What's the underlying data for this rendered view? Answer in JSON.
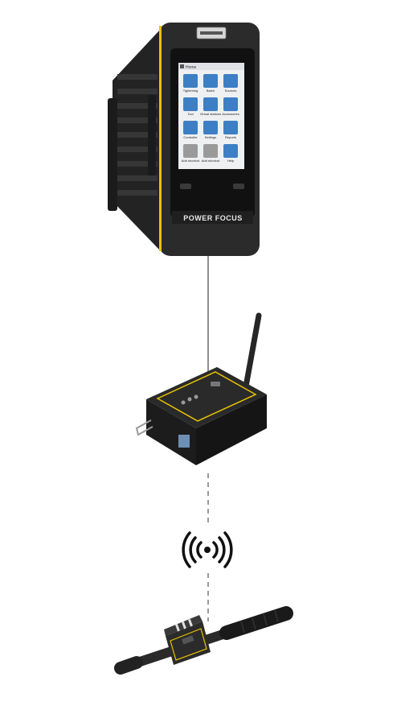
{
  "controller": {
    "brand_label": "POWER FOCUS",
    "screen_title": "Home",
    "tiles": [
      {
        "label": "Tightening",
        "color": "#3d7fc4"
      },
      {
        "label": "Batch",
        "color": "#3d7fc4"
      },
      {
        "label": "Sources",
        "color": "#3d7fc4"
      },
      {
        "label": "Tool",
        "color": "#3d7fc4"
      },
      {
        "label": "Virtual stations",
        "color": "#3d7fc4"
      },
      {
        "label": "Accessories",
        "color": "#3d7fc4"
      },
      {
        "label": "Controller",
        "color": "#3d7fc4"
      },
      {
        "label": "Settings",
        "color": "#3d7fc4"
      },
      {
        "label": "Reports",
        "color": "#3d7fc4"
      },
      {
        "label": "Add shortcut",
        "color": "#9a9a9a"
      },
      {
        "label": "Add shortcut",
        "color": "#9a9a9a"
      },
      {
        "label": "Help",
        "color": "#3d7fc4"
      }
    ]
  },
  "colors": {
    "accent": "#e8c400",
    "device_body": "#2b2b2b",
    "wire": "#8f8f8f"
  }
}
